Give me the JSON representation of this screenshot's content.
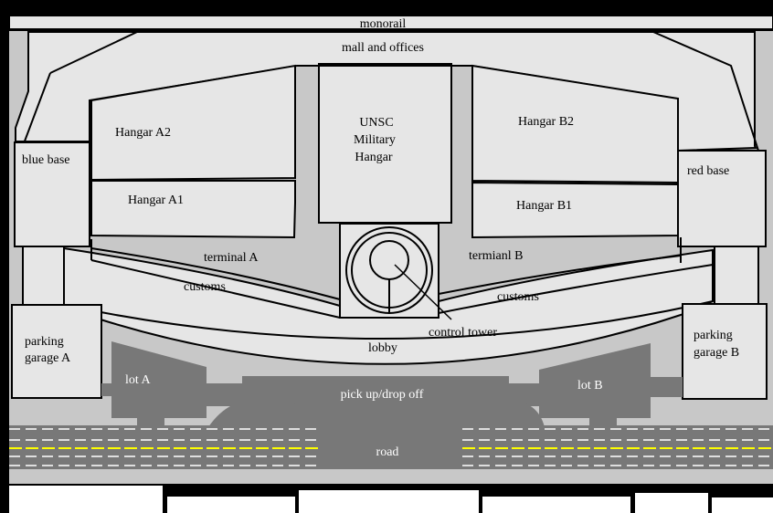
{
  "labels": {
    "monorail": "monorail",
    "mall": "mall and offices",
    "unsc_1": "UNSC",
    "unsc_2": "Military",
    "unsc_3": "Hangar",
    "hangar_a2": "Hangar A2",
    "hangar_a1": "Hangar A1",
    "hangar_b2": "Hangar B2",
    "hangar_b1": "Hangar B1",
    "blue_base": "blue base",
    "red_base": "red base",
    "terminal_a": "terminal A",
    "terminal_b": "termianl B",
    "customs_a": "customs",
    "customs_b": "customs",
    "control_tower": "control tower",
    "lobby": "lobby",
    "parking_a_1": "parking",
    "parking_a_2": "garage A",
    "parking_b_1": "parking",
    "parking_b_2": "garage B",
    "lot_a": "lot A",
    "lot_b": "lot B",
    "pickup": "pick up/drop off",
    "road": "road"
  },
  "colors": {
    "background": "#000000",
    "building": "#e6e6e6",
    "ground": "#c8c8c8",
    "pavement": "#787878",
    "lane_white": "#ffffff",
    "lane_yellow": "#ffff00"
  }
}
